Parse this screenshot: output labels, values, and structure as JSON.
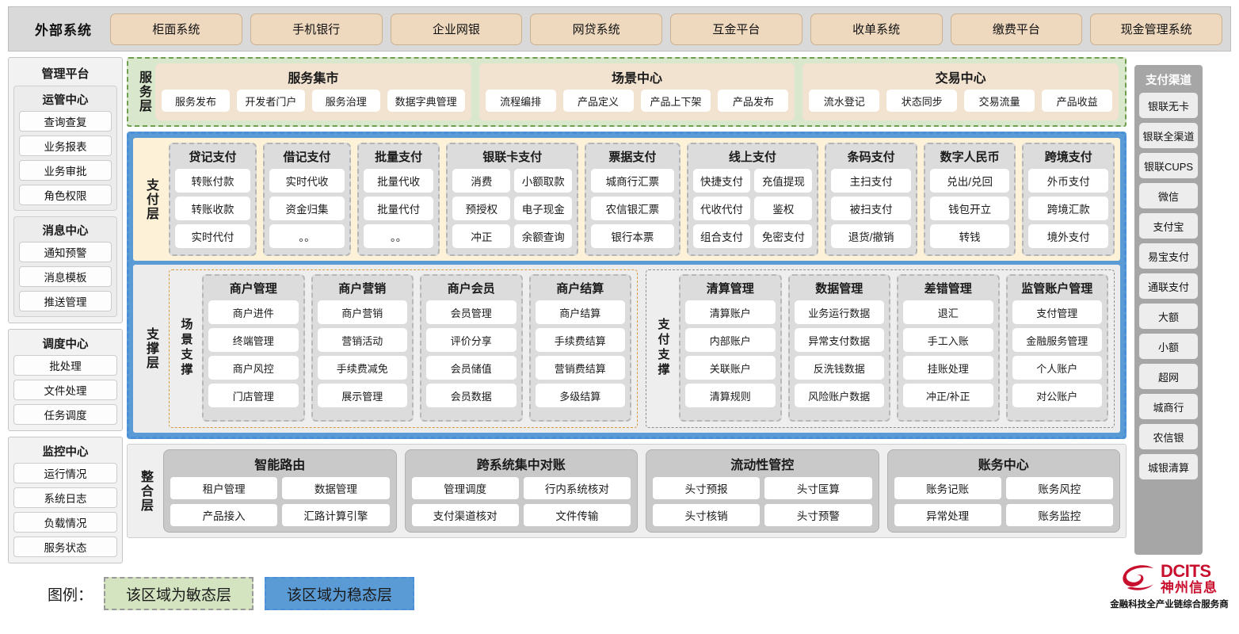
{
  "external": {
    "title": "外部系统",
    "items": [
      "柜面系统",
      "手机银行",
      "企业网银",
      "网贷系统",
      "互金平台",
      "收单系统",
      "缴费平台",
      "现金管理系统"
    ]
  },
  "management": {
    "title": "管理平台",
    "groups": [
      {
        "title": "运管中心",
        "items": [
          "查询查复",
          "业务报表",
          "业务审批",
          "角色权限"
        ]
      },
      {
        "title": "消息中心",
        "items": [
          "通知预警",
          "消息模板",
          "推送管理"
        ]
      },
      {
        "title": "调度中心",
        "items": [
          "批处理",
          "文件处理",
          "任务调度"
        ]
      },
      {
        "title": "监控中心",
        "items": [
          "运行情况",
          "系统日志",
          "负载情况",
          "服务状态"
        ]
      }
    ]
  },
  "service_layer": {
    "label": "服务层",
    "groups": [
      {
        "title": "服务集市",
        "items": [
          "服务发布",
          "开发者门户",
          "服务治理",
          "数据字典管理"
        ]
      },
      {
        "title": "场景中心",
        "items": [
          "流程编排",
          "产品定义",
          "产品上下架",
          "产品发布"
        ]
      },
      {
        "title": "交易中心",
        "items": [
          "流水登记",
          "状态同步",
          "交易流量",
          "产品收益"
        ]
      }
    ]
  },
  "payment_layer": {
    "label": "支付层",
    "groups": [
      {
        "title": "贷记支付",
        "cols": 1,
        "items": [
          "转账付款",
          "转账收款",
          "实时代付"
        ]
      },
      {
        "title": "借记支付",
        "cols": 1,
        "items": [
          "实时代收",
          "资金归集",
          "。。"
        ]
      },
      {
        "title": "批量支付",
        "cols": 1,
        "items": [
          "批量代收",
          "批量代付",
          "。。"
        ]
      },
      {
        "title": "银联卡支付",
        "cols": 2,
        "items": [
          "消费",
          "小额取款",
          "预授权",
          "电子现金",
          "冲正",
          "余额查询"
        ]
      },
      {
        "title": "票据支付",
        "cols": 1,
        "items": [
          "城商行汇票",
          "农信银汇票",
          "银行本票"
        ]
      },
      {
        "title": "线上支付",
        "cols": 2,
        "items": [
          "快捷支付",
          "充值提现",
          "代收代付",
          "鉴权",
          "组合支付",
          "免密支付"
        ]
      },
      {
        "title": "条码支付",
        "cols": 1,
        "items": [
          "主扫支付",
          "被扫支付",
          "退货/撤销"
        ]
      },
      {
        "title": "数字人民币",
        "cols": 1,
        "items": [
          "兑出/兑回",
          "钱包开立",
          "转钱"
        ]
      },
      {
        "title": "跨境支付",
        "cols": 1,
        "items": [
          "外币支付",
          "跨境汇款",
          "境外支付"
        ]
      }
    ]
  },
  "support_layer": {
    "label": "支撑层",
    "panels": [
      {
        "sublabel": "场景支撑",
        "groups": [
          {
            "title": "商户管理",
            "items": [
              "商户进件",
              "终端管理",
              "商户风控",
              "门店管理"
            ]
          },
          {
            "title": "商户营销",
            "items": [
              "商户营销",
              "营销活动",
              "手续费减免",
              "展示管理"
            ]
          },
          {
            "title": "商户会员",
            "items": [
              "会员管理",
              "评价分享",
              "会员储值",
              "会员数据"
            ]
          },
          {
            "title": "商户结算",
            "items": [
              "商户结算",
              "手续费结算",
              "营销费结算",
              "多级结算"
            ]
          }
        ]
      },
      {
        "sublabel": "支付支撑",
        "groups": [
          {
            "title": "清算管理",
            "items": [
              "清算账户",
              "内部账户",
              "关联账户",
              "清算规则"
            ]
          },
          {
            "title": "数据管理",
            "items": [
              "业务运行数据",
              "异常支付数据",
              "反洗钱数据",
              "风险账户数据"
            ]
          },
          {
            "title": "差错管理",
            "items": [
              "退汇",
              "手工入账",
              "挂账处理",
              "冲正/补正"
            ]
          },
          {
            "title": "监管账户管理",
            "items": [
              "支付管理",
              "金融服务管理",
              "个人账户",
              "对公账户"
            ]
          }
        ]
      }
    ]
  },
  "integration_layer": {
    "label": "整合层",
    "groups": [
      {
        "title": "智能路由",
        "items": [
          "租户管理",
          "数据管理",
          "产品接入",
          "汇路计算引擎"
        ]
      },
      {
        "title": "跨系统集中对账",
        "items": [
          "管理调度",
          "行内系统核对",
          "支付渠道核对",
          "文件传输"
        ]
      },
      {
        "title": "流动性管控",
        "items": [
          "头寸预报",
          "头寸匡算",
          "头寸核销",
          "头寸预警"
        ]
      },
      {
        "title": "账务中心",
        "items": [
          "账务记账",
          "账务风控",
          "异常处理",
          "账务监控"
        ]
      }
    ]
  },
  "channels": {
    "title": "支付渠道",
    "items": [
      "银联无卡",
      "银联全渠道",
      "银联CUPS",
      "微信",
      "支付宝",
      "易宝支付",
      "通联支付",
      "大额",
      "小额",
      "超网",
      "城商行",
      "农信银",
      "城银清算"
    ]
  },
  "legend": {
    "label": "图例：",
    "agile": "该区域为敏态层",
    "stable": "该区域为稳态层",
    "agile_color": "#d4e4c1",
    "stable_color": "#5b9bd5"
  },
  "logo": {
    "en": "DCITS",
    "cn": "神州信息",
    "tagline": "金融科技全产业链综合服务商",
    "brand_color": "#c8102e"
  }
}
